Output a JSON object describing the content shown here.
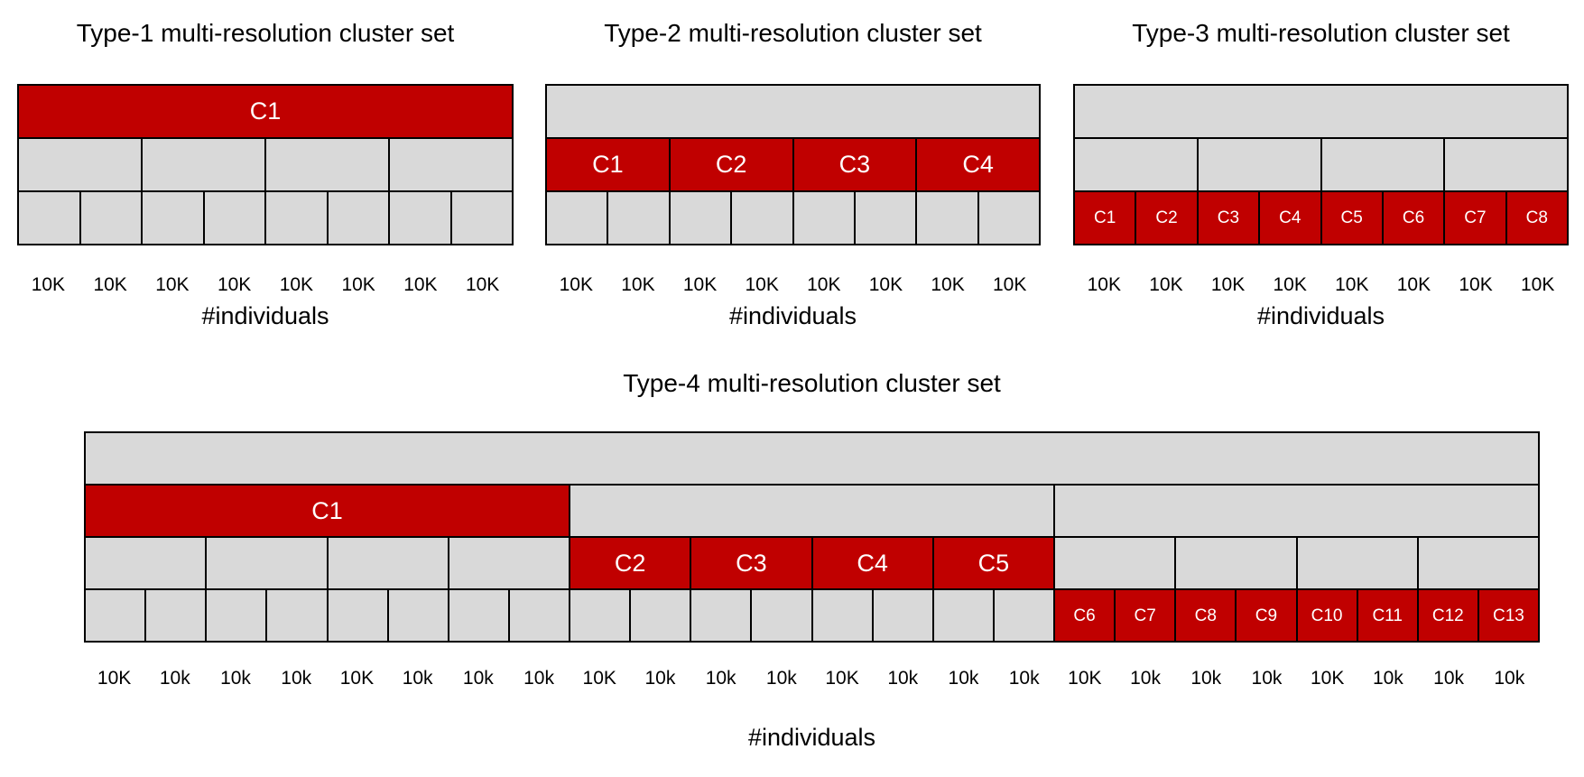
{
  "colors": {
    "red": "#C00000",
    "gray": "#D9D9D9",
    "border": "#000000",
    "text": "#000000",
    "block_label": "#FFFFFF"
  },
  "charts": [
    {
      "id": "type-1",
      "title": "Type-1 multi-resolution cluster set",
      "units": 8,
      "rows": [
        {
          "blocks": [
            {
              "span": 8,
              "color": "red",
              "label": "C1"
            }
          ]
        },
        {
          "blocks": [
            {
              "span": 2,
              "color": "gray",
              "label": ""
            },
            {
              "span": 2,
              "color": "gray",
              "label": ""
            },
            {
              "span": 2,
              "color": "gray",
              "label": ""
            },
            {
              "span": 2,
              "color": "gray",
              "label": ""
            }
          ]
        },
        {
          "blocks": [
            {
              "span": 1,
              "color": "gray",
              "label": ""
            },
            {
              "span": 1,
              "color": "gray",
              "label": ""
            },
            {
              "span": 1,
              "color": "gray",
              "label": ""
            },
            {
              "span": 1,
              "color": "gray",
              "label": ""
            },
            {
              "span": 1,
              "color": "gray",
              "label": ""
            },
            {
              "span": 1,
              "color": "gray",
              "label": ""
            },
            {
              "span": 1,
              "color": "gray",
              "label": ""
            },
            {
              "span": 1,
              "color": "gray",
              "label": ""
            }
          ]
        }
      ],
      "ticks": [
        "10K",
        "10K",
        "10K",
        "10K",
        "10K",
        "10K",
        "10K",
        "10K"
      ],
      "axis_label": "#individuals"
    },
    {
      "id": "type-2",
      "title": "Type-2 multi-resolution cluster set",
      "units": 8,
      "rows": [
        {
          "blocks": [
            {
              "span": 8,
              "color": "gray",
              "label": ""
            }
          ]
        },
        {
          "blocks": [
            {
              "span": 2,
              "color": "red",
              "label": "C1"
            },
            {
              "span": 2,
              "color": "red",
              "label": "C2"
            },
            {
              "span": 2,
              "color": "red",
              "label": "C3"
            },
            {
              "span": 2,
              "color": "red",
              "label": "C4"
            }
          ]
        },
        {
          "blocks": [
            {
              "span": 1,
              "color": "gray",
              "label": ""
            },
            {
              "span": 1,
              "color": "gray",
              "label": ""
            },
            {
              "span": 1,
              "color": "gray",
              "label": ""
            },
            {
              "span": 1,
              "color": "gray",
              "label": ""
            },
            {
              "span": 1,
              "color": "gray",
              "label": ""
            },
            {
              "span": 1,
              "color": "gray",
              "label": ""
            },
            {
              "span": 1,
              "color": "gray",
              "label": ""
            },
            {
              "span": 1,
              "color": "gray",
              "label": ""
            }
          ]
        }
      ],
      "ticks": [
        "10K",
        "10K",
        "10K",
        "10K",
        "10K",
        "10K",
        "10K",
        "10K"
      ],
      "axis_label": "#individuals"
    },
    {
      "id": "type-3",
      "title": "Type-3 multi-resolution cluster set",
      "units": 8,
      "rows": [
        {
          "blocks": [
            {
              "span": 8,
              "color": "gray",
              "label": ""
            }
          ]
        },
        {
          "blocks": [
            {
              "span": 2,
              "color": "gray",
              "label": ""
            },
            {
              "span": 2,
              "color": "gray",
              "label": ""
            },
            {
              "span": 2,
              "color": "gray",
              "label": ""
            },
            {
              "span": 2,
              "color": "gray",
              "label": ""
            }
          ]
        },
        {
          "blocks": [
            {
              "span": 1,
              "color": "red",
              "label": "C1"
            },
            {
              "span": 1,
              "color": "red",
              "label": "C2"
            },
            {
              "span": 1,
              "color": "red",
              "label": "C3"
            },
            {
              "span": 1,
              "color": "red",
              "label": "C4"
            },
            {
              "span": 1,
              "color": "red",
              "label": "C5"
            },
            {
              "span": 1,
              "color": "red",
              "label": "C6"
            },
            {
              "span": 1,
              "color": "red",
              "label": "C7"
            },
            {
              "span": 1,
              "color": "red",
              "label": "C8"
            }
          ]
        }
      ],
      "ticks": [
        "10K",
        "10K",
        "10K",
        "10K",
        "10K",
        "10K",
        "10K",
        "10K"
      ],
      "axis_label": "#individuals"
    },
    {
      "id": "type-4",
      "title": "Type-4 multi-resolution cluster set",
      "units": 24,
      "rows": [
        {
          "blocks": [
            {
              "span": 24,
              "color": "gray",
              "label": ""
            }
          ]
        },
        {
          "blocks": [
            {
              "span": 8,
              "color": "red",
              "label": "C1"
            },
            {
              "span": 8,
              "color": "gray",
              "label": ""
            },
            {
              "span": 8,
              "color": "gray",
              "label": ""
            }
          ]
        },
        {
          "blocks": [
            {
              "span": 2,
              "color": "gray",
              "label": ""
            },
            {
              "span": 2,
              "color": "gray",
              "label": ""
            },
            {
              "span": 2,
              "color": "gray",
              "label": ""
            },
            {
              "span": 2,
              "color": "gray",
              "label": ""
            },
            {
              "span": 2,
              "color": "red",
              "label": "C2"
            },
            {
              "span": 2,
              "color": "red",
              "label": "C3"
            },
            {
              "span": 2,
              "color": "red",
              "label": "C4"
            },
            {
              "span": 2,
              "color": "red",
              "label": "C5"
            },
            {
              "span": 2,
              "color": "gray",
              "label": ""
            },
            {
              "span": 2,
              "color": "gray",
              "label": ""
            },
            {
              "span": 2,
              "color": "gray",
              "label": ""
            },
            {
              "span": 2,
              "color": "gray",
              "label": ""
            }
          ]
        },
        {
          "blocks": [
            {
              "span": 1,
              "color": "gray",
              "label": ""
            },
            {
              "span": 1,
              "color": "gray",
              "label": ""
            },
            {
              "span": 1,
              "color": "gray",
              "label": ""
            },
            {
              "span": 1,
              "color": "gray",
              "label": ""
            },
            {
              "span": 1,
              "color": "gray",
              "label": ""
            },
            {
              "span": 1,
              "color": "gray",
              "label": ""
            },
            {
              "span": 1,
              "color": "gray",
              "label": ""
            },
            {
              "span": 1,
              "color": "gray",
              "label": ""
            },
            {
              "span": 1,
              "color": "gray",
              "label": ""
            },
            {
              "span": 1,
              "color": "gray",
              "label": ""
            },
            {
              "span": 1,
              "color": "gray",
              "label": ""
            },
            {
              "span": 1,
              "color": "gray",
              "label": ""
            },
            {
              "span": 1,
              "color": "gray",
              "label": ""
            },
            {
              "span": 1,
              "color": "gray",
              "label": ""
            },
            {
              "span": 1,
              "color": "gray",
              "label": ""
            },
            {
              "span": 1,
              "color": "gray",
              "label": ""
            },
            {
              "span": 1,
              "color": "red",
              "label": "C6"
            },
            {
              "span": 1,
              "color": "red",
              "label": "C7"
            },
            {
              "span": 1,
              "color": "red",
              "label": "C8"
            },
            {
              "span": 1,
              "color": "red",
              "label": "C9"
            },
            {
              "span": 1,
              "color": "red",
              "label": "C10"
            },
            {
              "span": 1,
              "color": "red",
              "label": "C11"
            },
            {
              "span": 1,
              "color": "red",
              "label": "C12"
            },
            {
              "span": 1,
              "color": "red",
              "label": "C13"
            }
          ]
        }
      ],
      "ticks": [
        "10K",
        "10k",
        "10k",
        "10k",
        "10K",
        "10k",
        "10k",
        "10k",
        "10K",
        "10k",
        "10k",
        "10k",
        "10K",
        "10k",
        "10k",
        "10k",
        "10K",
        "10k",
        "10k",
        "10k",
        "10K",
        "10k",
        "10k",
        "10k"
      ],
      "axis_label": "#individuals"
    }
  ]
}
